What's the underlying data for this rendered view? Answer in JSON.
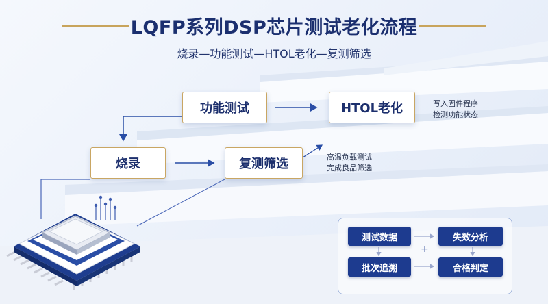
{
  "header": {
    "title": "LQFP系列DSP芯片测试老化流程",
    "subtitle": "烧录—功能测试—HTOL老化—复测筛选"
  },
  "flow": {
    "step_burn": "烧录",
    "step_function_test": "功能测试",
    "step_htol": "HTOL老化",
    "step_retest": "复测筛选",
    "note_htol": [
      "写入固件程序",
      "检测功能状态"
    ],
    "note_retest": [
      "高温负载测试",
      "完成良品筛选"
    ]
  },
  "panel": {
    "test_data": "测试数据",
    "failure_analysis": "失效分析",
    "batch_trace": "批次追溯",
    "pass_judgement": "合格判定",
    "plus_symbol": "+"
  },
  "colors": {
    "navy": "#1b2f6f",
    "gold": "#c8a45c",
    "button": "#1d3b8f",
    "arrow": "#2a4ea6"
  }
}
